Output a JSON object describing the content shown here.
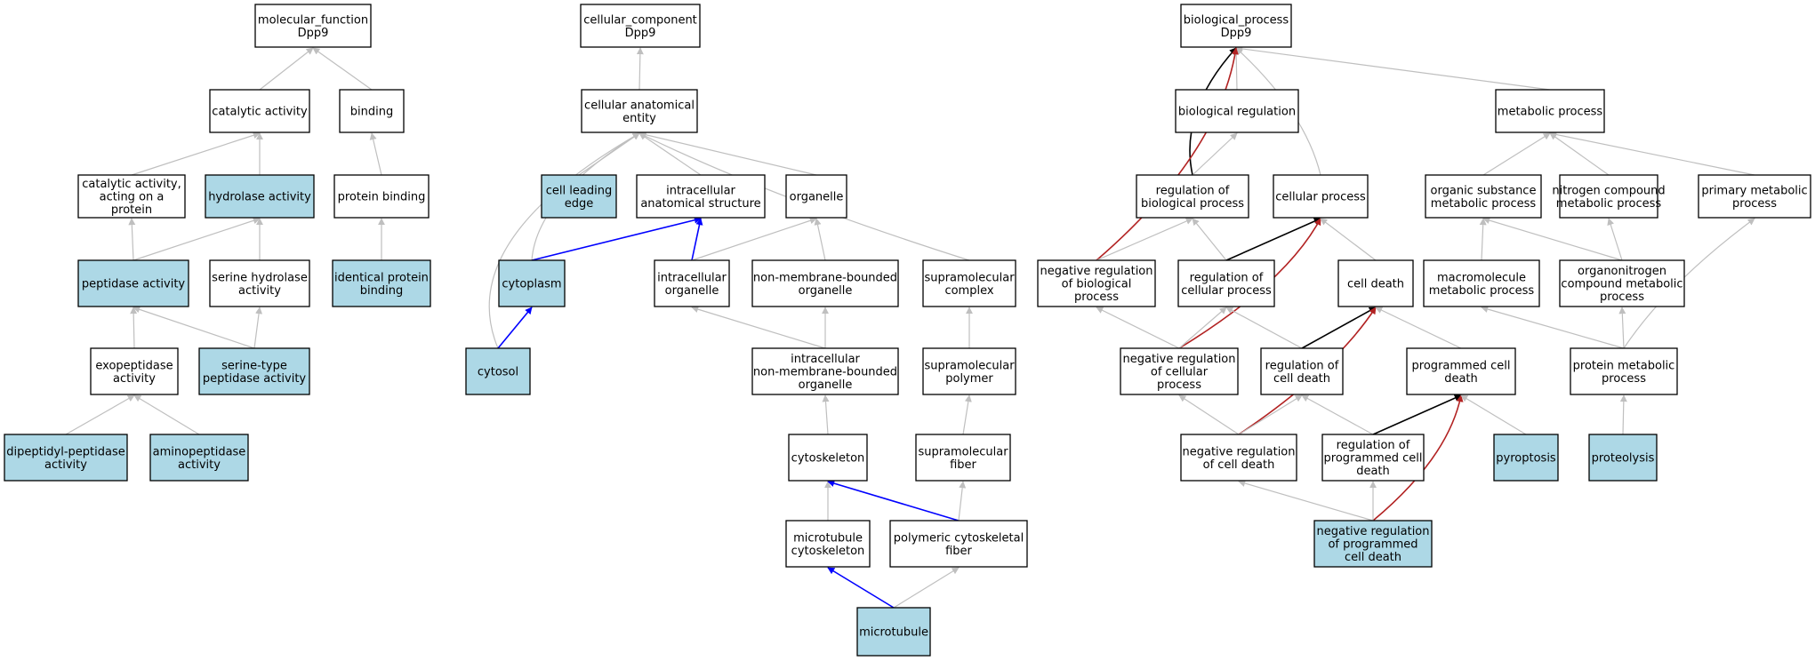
{
  "colors": {
    "highlight": "#add8e6",
    "plain": "#ffffff",
    "is_a": "#bfbfbf",
    "part_of": "#0000ff",
    "regulates": "#000000",
    "negatively_regulates": "#b22222"
  },
  "nodes": [
    {
      "id": "mf",
      "lines": [
        "molecular_function",
        "Dpp9"
      ],
      "highlight": false
    },
    {
      "id": "catalytic",
      "lines": [
        "catalytic activity"
      ],
      "highlight": false
    },
    {
      "id": "binding",
      "lines": [
        "binding"
      ],
      "highlight": false
    },
    {
      "id": "cat_protein",
      "lines": [
        "catalytic activity,",
        "acting on a",
        "protein"
      ],
      "highlight": false
    },
    {
      "id": "hydrolase",
      "lines": [
        "hydrolase activity"
      ],
      "highlight": true
    },
    {
      "id": "protein_binding",
      "lines": [
        "protein binding"
      ],
      "highlight": false
    },
    {
      "id": "peptidase",
      "lines": [
        "peptidase activity"
      ],
      "highlight": true
    },
    {
      "id": "serine_hydrolase",
      "lines": [
        "serine hydrolase",
        "activity"
      ],
      "highlight": false
    },
    {
      "id": "identical_binding",
      "lines": [
        "identical protein",
        "binding"
      ],
      "highlight": true
    },
    {
      "id": "exopeptidase",
      "lines": [
        "exopeptidase",
        "activity"
      ],
      "highlight": false
    },
    {
      "id": "serine_peptidase",
      "lines": [
        "serine-type",
        "peptidase activity"
      ],
      "highlight": true
    },
    {
      "id": "dipeptidyl",
      "lines": [
        "dipeptidyl-peptidase",
        "activity"
      ],
      "highlight": true
    },
    {
      "id": "aminopeptidase",
      "lines": [
        "aminopeptidase",
        "activity"
      ],
      "highlight": true
    },
    {
      "id": "cc",
      "lines": [
        "cellular_component",
        "Dpp9"
      ],
      "highlight": false
    },
    {
      "id": "cae",
      "lines": [
        "cellular anatomical",
        "entity"
      ],
      "highlight": false
    },
    {
      "id": "leading_edge",
      "lines": [
        "cell leading",
        "edge"
      ],
      "highlight": true
    },
    {
      "id": "intra_struct",
      "lines": [
        "intracellular",
        "anatomical structure"
      ],
      "highlight": false
    },
    {
      "id": "organelle",
      "lines": [
        "organelle"
      ],
      "highlight": false
    },
    {
      "id": "cytoplasm",
      "lines": [
        "cytoplasm"
      ],
      "highlight": true
    },
    {
      "id": "intra_organelle",
      "lines": [
        "intracellular",
        "organelle"
      ],
      "highlight": false
    },
    {
      "id": "nmb_organelle",
      "lines": [
        "non-membrane-bounded",
        "organelle"
      ],
      "highlight": false
    },
    {
      "id": "supra_complex",
      "lines": [
        "supramolecular",
        "complex"
      ],
      "highlight": false
    },
    {
      "id": "cytosol",
      "lines": [
        "cytosol"
      ],
      "highlight": true
    },
    {
      "id": "intra_nmb",
      "lines": [
        "intracellular",
        "non-membrane-bounded",
        "organelle"
      ],
      "highlight": false
    },
    {
      "id": "supra_polymer",
      "lines": [
        "supramolecular",
        "polymer"
      ],
      "highlight": false
    },
    {
      "id": "cytoskeleton",
      "lines": [
        "cytoskeleton"
      ],
      "highlight": false
    },
    {
      "id": "supra_fiber",
      "lines": [
        "supramolecular",
        "fiber"
      ],
      "highlight": false
    },
    {
      "id": "mt_cytoskeleton",
      "lines": [
        "microtubule",
        "cytoskeleton"
      ],
      "highlight": false
    },
    {
      "id": "poly_fiber",
      "lines": [
        "polymeric cytoskeletal",
        "fiber"
      ],
      "highlight": false
    },
    {
      "id": "microtubule",
      "lines": [
        "microtubule"
      ],
      "highlight": true
    },
    {
      "id": "bp",
      "lines": [
        "biological_process",
        "Dpp9"
      ],
      "highlight": false
    },
    {
      "id": "bio_reg",
      "lines": [
        "biological regulation"
      ],
      "highlight": false
    },
    {
      "id": "metabolic",
      "lines": [
        "metabolic process"
      ],
      "highlight": false
    },
    {
      "id": "reg_bio",
      "lines": [
        "regulation of",
        "biological process"
      ],
      "highlight": false
    },
    {
      "id": "cellular_process",
      "lines": [
        "cellular process"
      ],
      "highlight": false
    },
    {
      "id": "org_sub_met",
      "lines": [
        "organic substance",
        "metabolic process"
      ],
      "highlight": false
    },
    {
      "id": "nitrogen_met",
      "lines": [
        "nitrogen compound",
        "metabolic process"
      ],
      "highlight": false
    },
    {
      "id": "primary_met",
      "lines": [
        "primary metabolic",
        "process"
      ],
      "highlight": false
    },
    {
      "id": "neg_reg_bio",
      "lines": [
        "negative regulation",
        "of biological",
        "process"
      ],
      "highlight": false
    },
    {
      "id": "reg_cell_proc",
      "lines": [
        "regulation of",
        "cellular process"
      ],
      "highlight": false
    },
    {
      "id": "cell_death",
      "lines": [
        "cell death"
      ],
      "highlight": false
    },
    {
      "id": "macro_met",
      "lines": [
        "macromolecule",
        "metabolic process"
      ],
      "highlight": false
    },
    {
      "id": "organonitrogen",
      "lines": [
        "organonitrogen",
        "compound metabolic",
        "process"
      ],
      "highlight": false
    },
    {
      "id": "neg_reg_cell_proc",
      "lines": [
        "negative regulation",
        "of cellular",
        "process"
      ],
      "highlight": false
    },
    {
      "id": "reg_cell_death",
      "lines": [
        "regulation of",
        "cell death"
      ],
      "highlight": false
    },
    {
      "id": "pcd",
      "lines": [
        "programmed cell",
        "death"
      ],
      "highlight": false
    },
    {
      "id": "protein_met",
      "lines": [
        "protein metabolic",
        "process"
      ],
      "highlight": false
    },
    {
      "id": "neg_reg_cell_death",
      "lines": [
        "negative regulation",
        "of cell death"
      ],
      "highlight": false
    },
    {
      "id": "reg_pcd",
      "lines": [
        "regulation of",
        "programmed cell",
        "death"
      ],
      "highlight": false
    },
    {
      "id": "pyroptosis",
      "lines": [
        "pyroptosis"
      ],
      "highlight": true
    },
    {
      "id": "proteolysis",
      "lines": [
        "proteolysis"
      ],
      "highlight": true
    },
    {
      "id": "neg_reg_pcd",
      "lines": [
        "negative regulation",
        "of programmed",
        "cell death"
      ],
      "highlight": true
    }
  ],
  "edges": [
    {
      "from": "catalytic",
      "to": "mf",
      "type": "is_a"
    },
    {
      "from": "binding",
      "to": "mf",
      "type": "is_a"
    },
    {
      "from": "cat_protein",
      "to": "catalytic",
      "type": "is_a"
    },
    {
      "from": "hydrolase",
      "to": "catalytic",
      "type": "is_a"
    },
    {
      "from": "protein_binding",
      "to": "binding",
      "type": "is_a"
    },
    {
      "from": "peptidase",
      "to": "cat_protein",
      "type": "is_a"
    },
    {
      "from": "peptidase",
      "to": "hydrolase",
      "type": "is_a"
    },
    {
      "from": "serine_hydrolase",
      "to": "hydrolase",
      "type": "is_a"
    },
    {
      "from": "identical_binding",
      "to": "protein_binding",
      "type": "is_a"
    },
    {
      "from": "exopeptidase",
      "to": "peptidase",
      "type": "is_a"
    },
    {
      "from": "serine_peptidase",
      "to": "peptidase",
      "type": "is_a"
    },
    {
      "from": "serine_peptidase",
      "to": "serine_hydrolase",
      "type": "is_a"
    },
    {
      "from": "dipeptidyl",
      "to": "exopeptidase",
      "type": "is_a"
    },
    {
      "from": "aminopeptidase",
      "to": "exopeptidase",
      "type": "is_a"
    },
    {
      "from": "cae",
      "to": "cc",
      "type": "is_a"
    },
    {
      "from": "leading_edge",
      "to": "cae",
      "type": "is_a"
    },
    {
      "from": "intra_struct",
      "to": "cae",
      "type": "is_a"
    },
    {
      "from": "organelle",
      "to": "cae",
      "type": "is_a"
    },
    {
      "from": "cytoplasm",
      "to": "cae",
      "type": "is_a"
    },
    {
      "from": "cytosol",
      "to": "cae",
      "type": "is_a"
    },
    {
      "from": "supra_complex",
      "to": "cae",
      "type": "is_a"
    },
    {
      "from": "cytoplasm",
      "to": "intra_struct",
      "type": "part_of"
    },
    {
      "from": "intra_organelle",
      "to": "intra_struct",
      "type": "part_of"
    },
    {
      "from": "intra_organelle",
      "to": "organelle",
      "type": "is_a"
    },
    {
      "from": "nmb_organelle",
      "to": "organelle",
      "type": "is_a"
    },
    {
      "from": "cytosol",
      "to": "cytoplasm",
      "type": "part_of"
    },
    {
      "from": "intra_nmb",
      "to": "intra_organelle",
      "type": "is_a"
    },
    {
      "from": "intra_nmb",
      "to": "nmb_organelle",
      "type": "is_a"
    },
    {
      "from": "supra_polymer",
      "to": "supra_complex",
      "type": "is_a"
    },
    {
      "from": "cytoskeleton",
      "to": "intra_nmb",
      "type": "is_a"
    },
    {
      "from": "supra_fiber",
      "to": "supra_polymer",
      "type": "is_a"
    },
    {
      "from": "mt_cytoskeleton",
      "to": "cytoskeleton",
      "type": "is_a"
    },
    {
      "from": "poly_fiber",
      "to": "cytoskeleton",
      "type": "part_of"
    },
    {
      "from": "poly_fiber",
      "to": "supra_fiber",
      "type": "is_a"
    },
    {
      "from": "microtubule",
      "to": "mt_cytoskeleton",
      "type": "part_of"
    },
    {
      "from": "microtubule",
      "to": "poly_fiber",
      "type": "is_a"
    },
    {
      "from": "bio_reg",
      "to": "bp",
      "type": "is_a"
    },
    {
      "from": "metabolic",
      "to": "bp",
      "type": "is_a"
    },
    {
      "from": "cellular_process",
      "to": "bp",
      "type": "is_a"
    },
    {
      "from": "reg_bio",
      "to": "bp",
      "type": "regulates"
    },
    {
      "from": "neg_reg_bio",
      "to": "bp",
      "type": "negatively_regulates"
    },
    {
      "from": "reg_bio",
      "to": "bio_reg",
      "type": "is_a"
    },
    {
      "from": "org_sub_met",
      "to": "metabolic",
      "type": "is_a"
    },
    {
      "from": "nitrogen_met",
      "to": "metabolic",
      "type": "is_a"
    },
    {
      "from": "primary_met",
      "to": "metabolic",
      "type": "is_a"
    },
    {
      "from": "neg_reg_bio",
      "to": "reg_bio",
      "type": "is_a"
    },
    {
      "from": "reg_cell_proc",
      "to": "reg_bio",
      "type": "is_a"
    },
    {
      "from": "reg_cell_proc",
      "to": "cellular_process",
      "type": "regulates"
    },
    {
      "from": "neg_reg_cell_proc",
      "to": "cellular_process",
      "type": "negatively_regulates"
    },
    {
      "from": "cell_death",
      "to": "cellular_process",
      "type": "is_a"
    },
    {
      "from": "macro_met",
      "to": "org_sub_met",
      "type": "is_a"
    },
    {
      "from": "organonitrogen",
      "to": "org_sub_met",
      "type": "is_a"
    },
    {
      "from": "organonitrogen",
      "to": "nitrogen_met",
      "type": "is_a"
    },
    {
      "from": "neg_reg_cell_proc",
      "to": "neg_reg_bio",
      "type": "is_a"
    },
    {
      "from": "neg_reg_cell_proc",
      "to": "reg_cell_proc",
      "type": "is_a"
    },
    {
      "from": "reg_cell_death",
      "to": "reg_cell_proc",
      "type": "is_a"
    },
    {
      "from": "reg_cell_death",
      "to": "cell_death",
      "type": "regulates"
    },
    {
      "from": "neg_reg_cell_death",
      "to": "cell_death",
      "type": "negatively_regulates"
    },
    {
      "from": "pcd",
      "to": "cell_death",
      "type": "is_a"
    },
    {
      "from": "protein_met",
      "to": "macro_met",
      "type": "is_a"
    },
    {
      "from": "protein_met",
      "to": "organonitrogen",
      "type": "is_a"
    },
    {
      "from": "protein_met",
      "to": "primary_met",
      "type": "is_a"
    },
    {
      "from": "neg_reg_cell_death",
      "to": "neg_reg_cell_proc",
      "type": "is_a"
    },
    {
      "from": "neg_reg_cell_death",
      "to": "reg_cell_death",
      "type": "is_a"
    },
    {
      "from": "reg_pcd",
      "to": "reg_cell_death",
      "type": "is_a"
    },
    {
      "from": "reg_pcd",
      "to": "pcd",
      "type": "regulates"
    },
    {
      "from": "neg_reg_pcd",
      "to": "pcd",
      "type": "negatively_regulates"
    },
    {
      "from": "pyroptosis",
      "to": "pcd",
      "type": "is_a"
    },
    {
      "from": "proteolysis",
      "to": "protein_met",
      "type": "is_a"
    },
    {
      "from": "neg_reg_pcd",
      "to": "neg_reg_cell_death",
      "type": "is_a"
    },
    {
      "from": "neg_reg_pcd",
      "to": "reg_pcd",
      "type": "is_a"
    }
  ]
}
